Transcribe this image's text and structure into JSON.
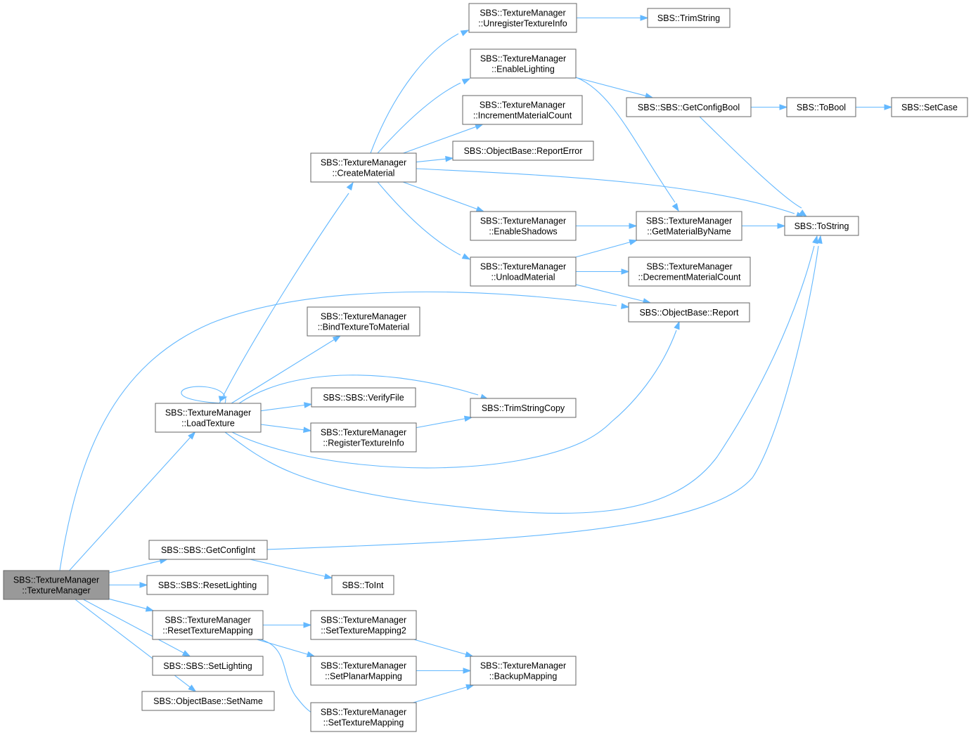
{
  "colors": {
    "edge": "#63b8ff",
    "node_border": "#666666",
    "root_fill": "#999999",
    "node_fill": "#ffffff"
  },
  "nodes": {
    "root": [
      "SBS::TextureManager",
      "::TextureManager"
    ],
    "load_texture": [
      "SBS::TextureManager",
      "::LoadTexture"
    ],
    "create_material": [
      "SBS::TextureManager",
      "::CreateMaterial"
    ],
    "unregister_texture_info": [
      "SBS::TextureManager",
      "::UnregisterTextureInfo"
    ],
    "trim_string": [
      "SBS::TrimString"
    ],
    "enable_lighting": [
      "SBS::TextureManager",
      "::EnableLighting"
    ],
    "get_config_bool": [
      "SBS::SBS::GetConfigBool"
    ],
    "to_bool": [
      "SBS::ToBool"
    ],
    "set_case": [
      "SBS::SetCase"
    ],
    "increment_material_count": [
      "SBS::TextureManager",
      "::IncrementMaterialCount"
    ],
    "report_error": [
      "SBS::ObjectBase::ReportError"
    ],
    "to_string": [
      "SBS::ToString"
    ],
    "enable_shadows": [
      "SBS::TextureManager",
      "::EnableShadows"
    ],
    "get_material_by_name": [
      "SBS::TextureManager",
      "::GetMaterialByName"
    ],
    "unload_material": [
      "SBS::TextureManager",
      "::UnloadMaterial"
    ],
    "decrement_material_count": [
      "SBS::TextureManager",
      "::DecrementMaterialCount"
    ],
    "report": [
      "SBS::ObjectBase::Report"
    ],
    "bind_texture_to_material": [
      "SBS::TextureManager",
      "::BindTextureToMaterial"
    ],
    "verify_file": [
      "SBS::SBS::VerifyFile"
    ],
    "trim_string_copy": [
      "SBS::TrimStringCopy"
    ],
    "register_texture_info": [
      "SBS::TextureManager",
      "::RegisterTextureInfo"
    ],
    "get_config_int": [
      "SBS::SBS::GetConfigInt"
    ],
    "to_int": [
      "SBS::ToInt"
    ],
    "reset_lighting": [
      "SBS::SBS::ResetLighting"
    ],
    "reset_texture_mapping": [
      "SBS::TextureManager",
      "::ResetTextureMapping"
    ],
    "set_texture_mapping2": [
      "SBS::TextureManager",
      "::SetTextureMapping2"
    ],
    "set_planar_mapping": [
      "SBS::TextureManager",
      "::SetPlanarMapping"
    ],
    "set_texture_mapping": [
      "SBS::TextureManager",
      "::SetTextureMapping"
    ],
    "backup_mapping": [
      "SBS::TextureManager",
      "::BackupMapping"
    ],
    "set_lighting": [
      "SBS::SBS::SetLighting"
    ],
    "set_name": [
      "SBS::ObjectBase::SetName"
    ]
  },
  "edges": [
    [
      "root",
      "load_texture"
    ],
    [
      "root",
      "report"
    ],
    [
      "root",
      "get_config_int"
    ],
    [
      "root",
      "reset_lighting"
    ],
    [
      "root",
      "reset_texture_mapping"
    ],
    [
      "root",
      "set_lighting"
    ],
    [
      "root",
      "set_name"
    ],
    [
      "load_texture",
      "load_texture"
    ],
    [
      "load_texture",
      "create_material"
    ],
    [
      "load_texture",
      "bind_texture_to_material"
    ],
    [
      "load_texture",
      "verify_file"
    ],
    [
      "load_texture",
      "trim_string_copy"
    ],
    [
      "load_texture",
      "register_texture_info"
    ],
    [
      "load_texture",
      "report"
    ],
    [
      "load_texture",
      "to_string"
    ],
    [
      "create_material",
      "unregister_texture_info"
    ],
    [
      "create_material",
      "enable_lighting"
    ],
    [
      "create_material",
      "increment_material_count"
    ],
    [
      "create_material",
      "report_error"
    ],
    [
      "create_material",
      "to_string"
    ],
    [
      "create_material",
      "enable_shadows"
    ],
    [
      "create_material",
      "unload_material"
    ],
    [
      "unregister_texture_info",
      "trim_string"
    ],
    [
      "enable_lighting",
      "get_config_bool"
    ],
    [
      "enable_lighting",
      "get_material_by_name"
    ],
    [
      "get_config_bool",
      "to_bool"
    ],
    [
      "get_config_bool",
      "to_string"
    ],
    [
      "to_bool",
      "set_case"
    ],
    [
      "enable_shadows",
      "get_material_by_name"
    ],
    [
      "get_material_by_name",
      "to_string"
    ],
    [
      "unload_material",
      "get_material_by_name"
    ],
    [
      "unload_material",
      "decrement_material_count"
    ],
    [
      "unload_material",
      "report"
    ],
    [
      "register_texture_info",
      "trim_string_copy"
    ],
    [
      "get_config_int",
      "to_string"
    ],
    [
      "get_config_int",
      "to_int"
    ],
    [
      "reset_texture_mapping",
      "set_texture_mapping2"
    ],
    [
      "reset_texture_mapping",
      "set_planar_mapping"
    ],
    [
      "reset_texture_mapping",
      "set_texture_mapping"
    ],
    [
      "set_texture_mapping2",
      "backup_mapping"
    ],
    [
      "set_planar_mapping",
      "backup_mapping"
    ],
    [
      "set_texture_mapping",
      "backup_mapping"
    ]
  ]
}
